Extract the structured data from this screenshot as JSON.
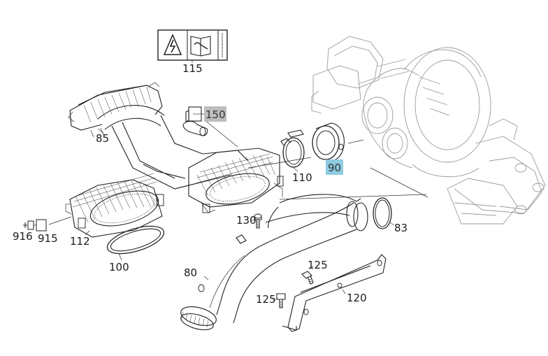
{
  "callouts": {
    "p115": "115",
    "p85": "85",
    "p150": "150",
    "p110": "110",
    "p90": "90",
    "p83": "83",
    "p130": "130",
    "p916": "916",
    "p915": "915",
    "p112": "112",
    "p100": "100",
    "p80": "80",
    "p125a": "125",
    "p125b": "125",
    "p120": "120"
  },
  "highlight_colors": {
    "p150": "#bdbdbd",
    "p90": "#8fcbe0"
  }
}
